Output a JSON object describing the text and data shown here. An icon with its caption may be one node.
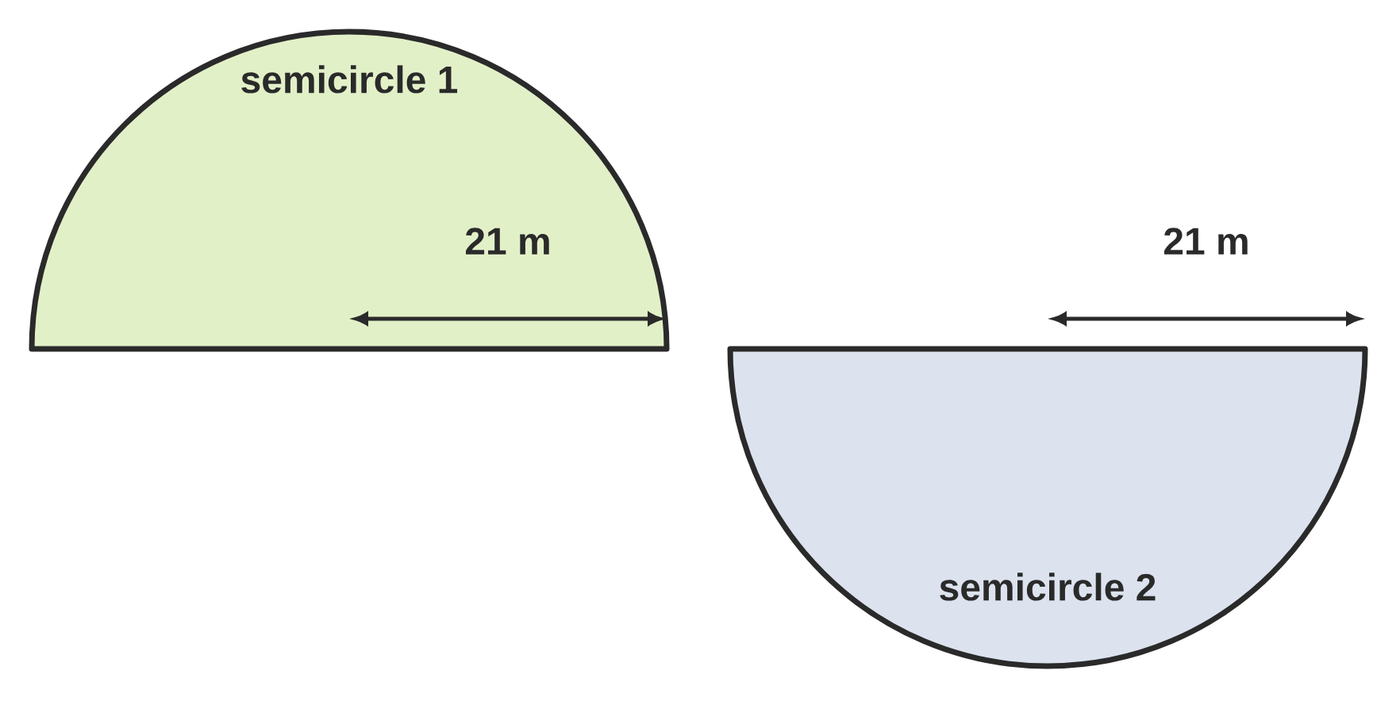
{
  "diagram": {
    "nodes": [
      {
        "text": [
          "semicircle 1"
        ]
      },
      {
        "text": [
          "semicircle 2"
        ]
      }
    ],
    "labels": [
      "21 m",
      "21 m"
    ]
  }
}
